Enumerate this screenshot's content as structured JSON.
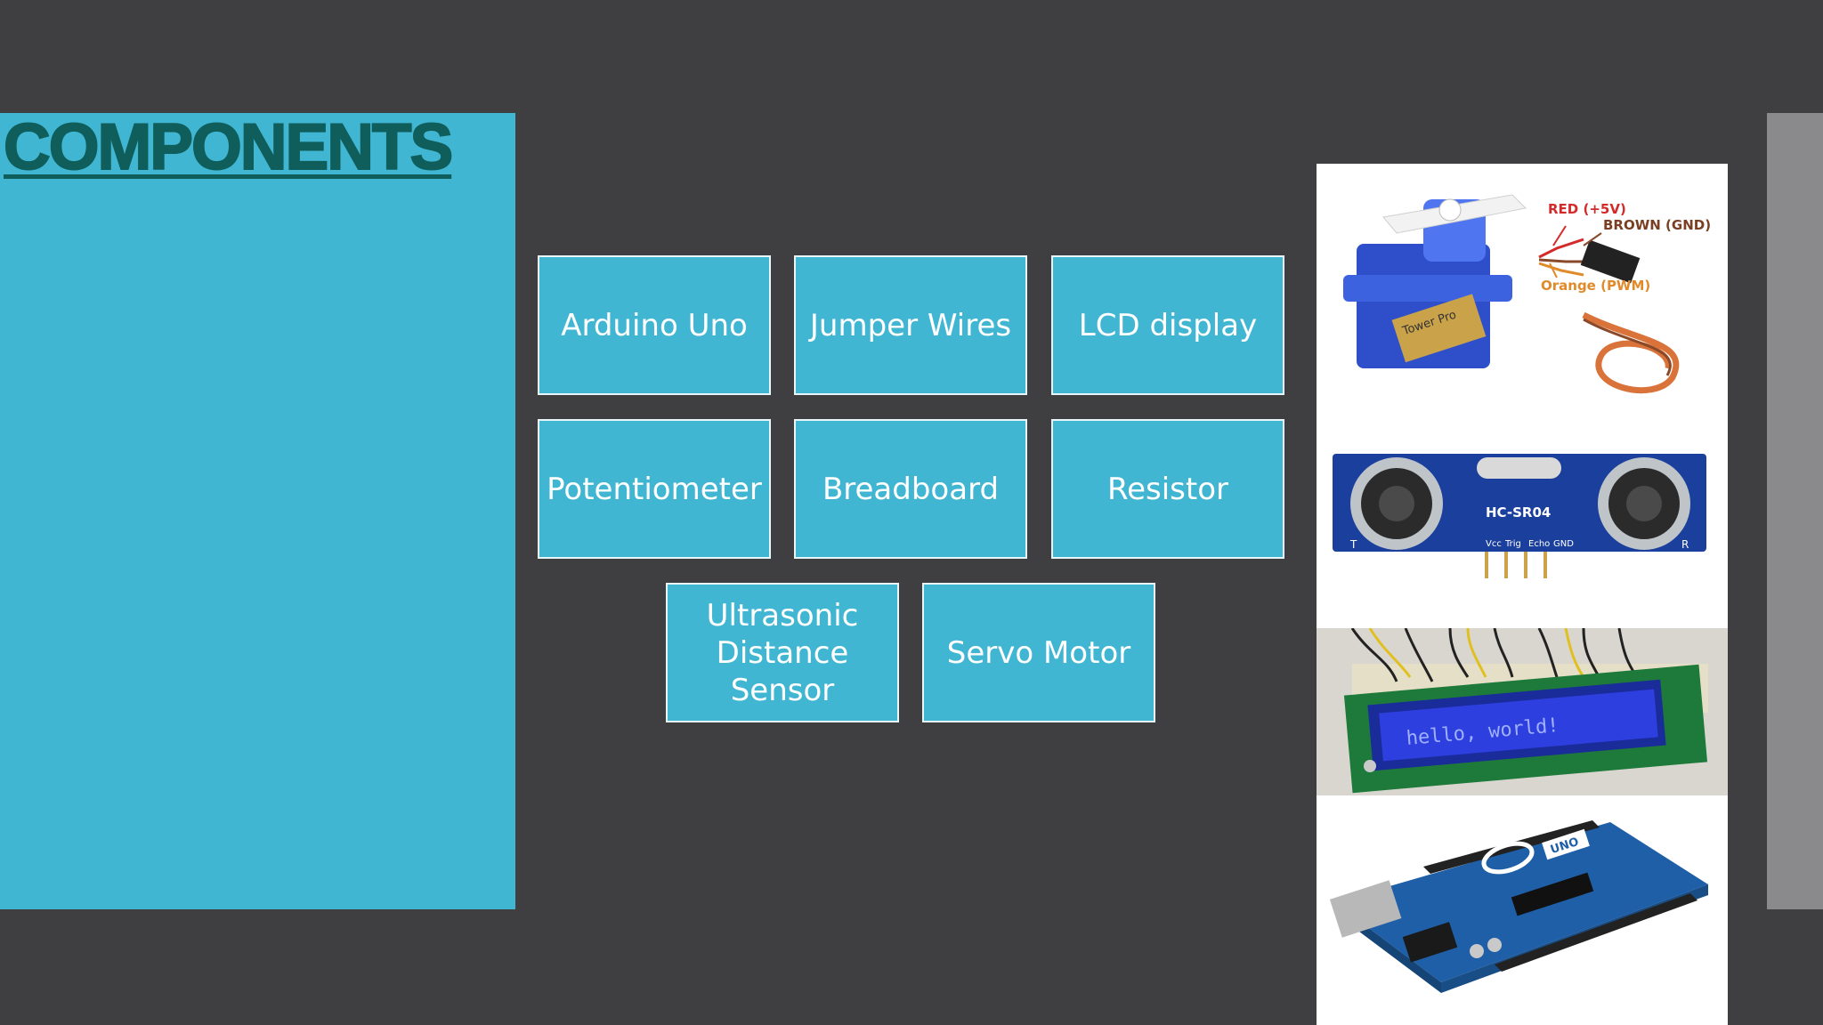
{
  "slide": {
    "title": "COMPONENTS"
  },
  "components": [
    "Arduino Uno",
    "Jumper Wires",
    "LCD display",
    "Potentiometer",
    "Breadboard",
    "Resistor",
    "Ultrasonic Distance Sensor",
    "Servo Motor"
  ],
  "servo_labels": {
    "red": "RED (+5V)",
    "brown": "BROWN (GND)",
    "orange": "Orange (PWM)",
    "body": "Tower Pro"
  },
  "sensor_labels": {
    "model": "HC-SR04",
    "pin1": "Vcc",
    "pin2": "Trig",
    "pin3": "Echo",
    "pin4": "GND",
    "t": "T",
    "r": "R"
  },
  "lcd_labels": {
    "screen": "hello, world!"
  },
  "arduino_labels": {
    "board": "UNO"
  },
  "colors": {
    "background": "#3f3e40",
    "panel": "#41b6d3",
    "title": "#0f5e5b",
    "strip": "#8a8a8c"
  }
}
